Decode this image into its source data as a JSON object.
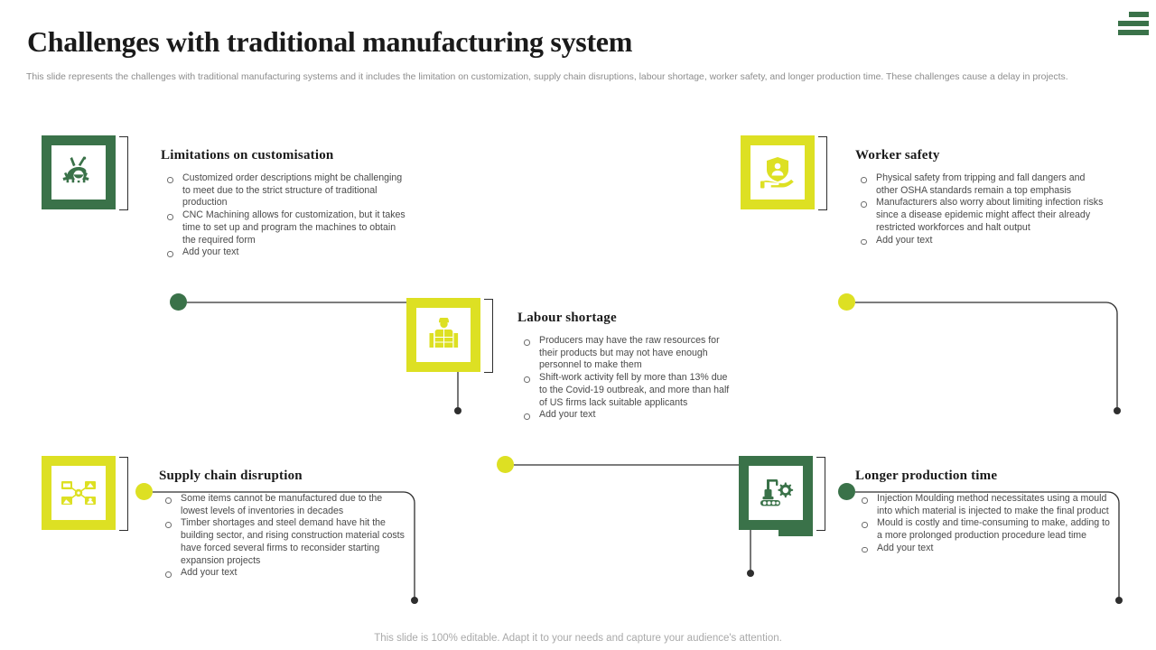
{
  "header": {
    "title": "Challenges with traditional manufacturing system",
    "subtitle": "This slide represents the challenges with traditional manufacturing systems and it includes the limitation on customization, supply chain disruptions, labour shortage, worker safety, and longer production time. These challenges cause a delay in projects."
  },
  "footer": {
    "note": "This slide is 100% editable. Adapt it to your needs and capture your audience's attention."
  },
  "colors": {
    "green": "#3a7249",
    "yellow": "#dde023",
    "title": "#1a1a1a",
    "body": "#4a4a4a",
    "muted": "#8d8d8d",
    "line": "#2e2e2e"
  },
  "menu": {
    "icon": "hamburger-menu-icon"
  },
  "cards": [
    {
      "id": "limitations-on-customisation",
      "title": "Limitations  on customisation",
      "accent": "green",
      "icon": "gear-tools-icon",
      "bullets": [
        "Customized order descriptions might be challenging to meet due to the strict structure of traditional production",
        "CNC Machining allows for customization, but it takes time to set up and program the machines to obtain the required form",
        "Add your text"
      ]
    },
    {
      "id": "worker-safety",
      "title": "Worker safety",
      "accent": "yellow",
      "icon": "hand-shield-person-icon",
      "bullets": [
        "Physical safety from tripping and fall dangers and other OSHA standards remain a top emphasis",
        "Manufacturers also worry about limiting infection risks since a disease epidemic might affect their already restricted workforces and halt output",
        "Add your text"
      ]
    },
    {
      "id": "labour-shortage",
      "title": "Labour  shortage",
      "accent": "yellow",
      "icon": "worker-boxes-icon",
      "bullets": [
        "Producers may have the raw resources for their products but may not have enough personnel to make them",
        "Shift-work activity fell by more than 13% due to the Covid-19 outbreak, and more than half of US firms lack suitable applicants",
        "Add your text"
      ]
    },
    {
      "id": "supply-chain-disruption",
      "title": "Supply  chain  disruption",
      "accent": "yellow",
      "icon": "network-hub-icon",
      "bullets": [
        "Some items cannot be manufactured due to the lowest levels of inventories in decades",
        "Timber shortages and steel demand have hit the building sector, and rising construction material costs have forced several firms to reconsider starting expansion projects",
        "Add your text"
      ]
    },
    {
      "id": "longer-production-time",
      "title": "Longer production  time",
      "accent": "green",
      "icon": "robot-arm-conveyor-icon",
      "bullets": [
        "Injection Moulding method necessitates using a mould into which material is injected to make the final product",
        "Mould is costly and time-consuming to make, adding to a more prolonged production procedure lead time",
        "Add your text"
      ]
    }
  ]
}
